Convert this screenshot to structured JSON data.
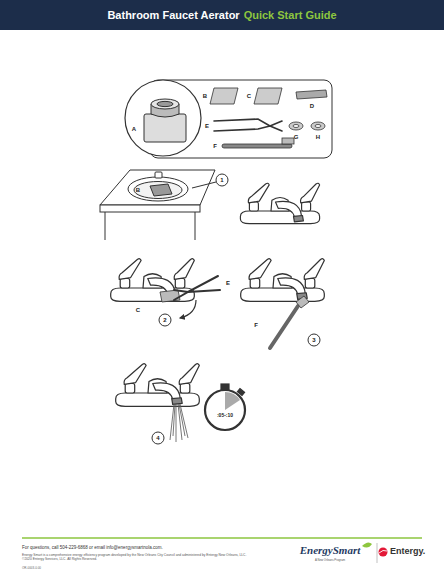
{
  "diagram": {
    "title": "Bathroom Faucet Aerator",
    "labels": [
      "Quick Start Guide",
      "A",
      "B",
      "C",
      "D",
      "E",
      "F",
      "G",
      "H",
      "1",
      "B",
      "C",
      "E",
      "2",
      "F",
      "3",
      "4",
      ":05-:10",
      "For questions, call 504-229-6868 or email info@energysmartnola.com.",
      "Energy Smart is a comprehensive energy efficiency program developed by the New Orleans City Council and administered by Entergy New Orleans, LLC. ©2020 Entergy Services, LLC. All Rights Reserved.",
      "OR-0003-0.00",
      "EnergySmart",
      "A New Orleans Program",
      "Entergy."
    ]
  }
}
